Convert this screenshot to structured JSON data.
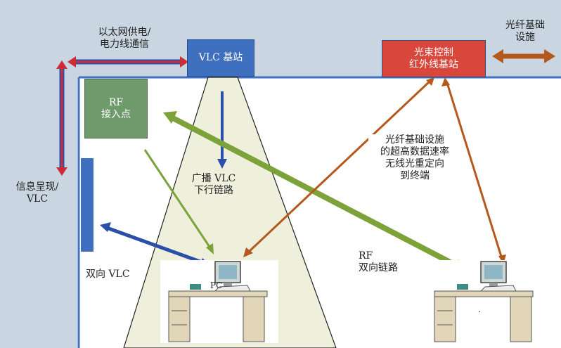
{
  "labels": {
    "ethernet_line1": "以太网供电/",
    "ethernet_line2": "电力线通信",
    "vlc_station": "VLC 基站",
    "ir_station_line1": "光束控制",
    "ir_station_line2": "红外线基站",
    "fiber_line1": "光纤基础",
    "fiber_line2": "设施",
    "rf_ap_line1": "RF",
    "rf_ap_line2": "接入点",
    "info_line1": "信息呈现/",
    "info_line2": "VLC",
    "broadcast_line1": "广播 VLC",
    "broadcast_line2": "下行链路",
    "fiber_rate_line1": "光纤基础设施",
    "fiber_rate_line2": "的超高数据速率",
    "fiber_rate_line3": "无线光重定向",
    "fiber_rate_line4": "到终端",
    "rf_link_line1": "RF",
    "rf_link_line2": "双向链路",
    "bidir_vlc": "双向 VLC",
    "pc": "PC",
    "dot": "."
  },
  "colors": {
    "wall": "#c9d6e2",
    "vlc_station": "#3f6fbf",
    "ir_station": "#d9463b",
    "rf_ap": "#6f9a6b",
    "info_display": "#3f6fbf",
    "ethernet_arrow": "#cc2d35",
    "fiber_arrow": "#b5581c",
    "rf_arrow": "#7da23a",
    "bidir_arrow": "#2a4fa8",
    "light_cone": "#eef0dc"
  },
  "icons": [
    "pc-workstation-icon",
    "pc-workstation-icon"
  ]
}
